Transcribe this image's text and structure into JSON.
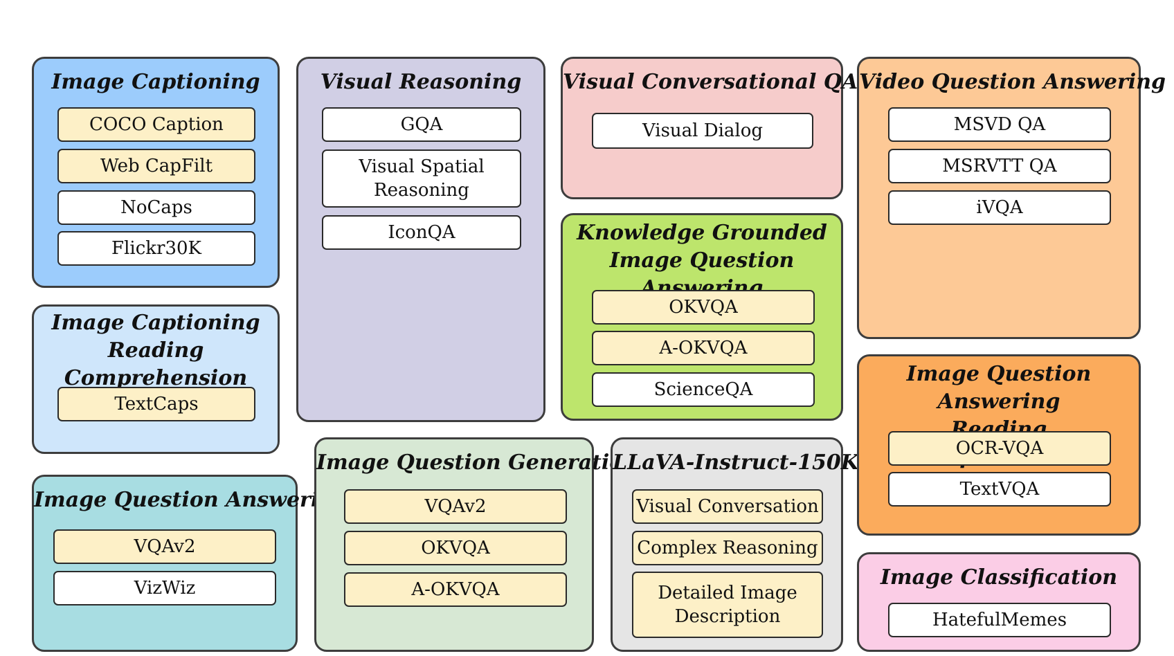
{
  "groups": {
    "image_captioning": {
      "title": "Image Captioning",
      "color": "#9cccfc",
      "items": [
        "COCO Caption",
        "Web CapFilt",
        "NoCaps",
        "Flickr30K"
      ]
    },
    "image_captioning_rc": {
      "title": "Image Captioning\nReading Comprehension",
      "color": "#cfe6fb",
      "items": [
        "TextCaps"
      ]
    },
    "image_qa": {
      "title": "Image Question Answering",
      "color": "#a8dde2",
      "items": [
        "VQAv2",
        "VizWiz"
      ]
    },
    "visual_reasoning": {
      "title": "Visual Reasoning",
      "color": "#d1cfe5",
      "items": [
        "GQA",
        "Visual Spatial\nReasoning",
        "IconQA"
      ]
    },
    "image_qg": {
      "title": "Image Question Generation",
      "color": "#d7e8d4",
      "items": [
        "VQAv2",
        "OKVQA",
        "A-OKVQA"
      ]
    },
    "visual_conv_qa": {
      "title": "Visual Conversational QA",
      "color": "#f6cccb",
      "items": [
        "Visual Dialog"
      ]
    },
    "knowledge_grounded": {
      "title": "Knowledge Grounded\nImage Question Answering",
      "color": "#bde56c",
      "items": [
        "OKVQA",
        "A-OKVQA",
        "ScienceQA"
      ]
    },
    "llava": {
      "title": "LLaVA-Instruct-150K",
      "color": "#e5e5e5",
      "items": [
        "Visual Conversation",
        "Complex Reasoning",
        "Detailed Image\nDescription"
      ]
    },
    "video_qa": {
      "title": "Video Question Answering",
      "color": "#fdc996",
      "items": [
        "MSVD QA",
        "MSRVTT QA",
        "iVQA"
      ]
    },
    "image_qa_rc": {
      "title": "Image Question Answering\nReading Comprehension",
      "color": "#fbab5c",
      "items": [
        "OCR-VQA",
        "TextVQA"
      ]
    },
    "image_classification": {
      "title": "Image Classification",
      "color": "#fbcde6",
      "items": [
        "HatefulMemes"
      ]
    }
  }
}
